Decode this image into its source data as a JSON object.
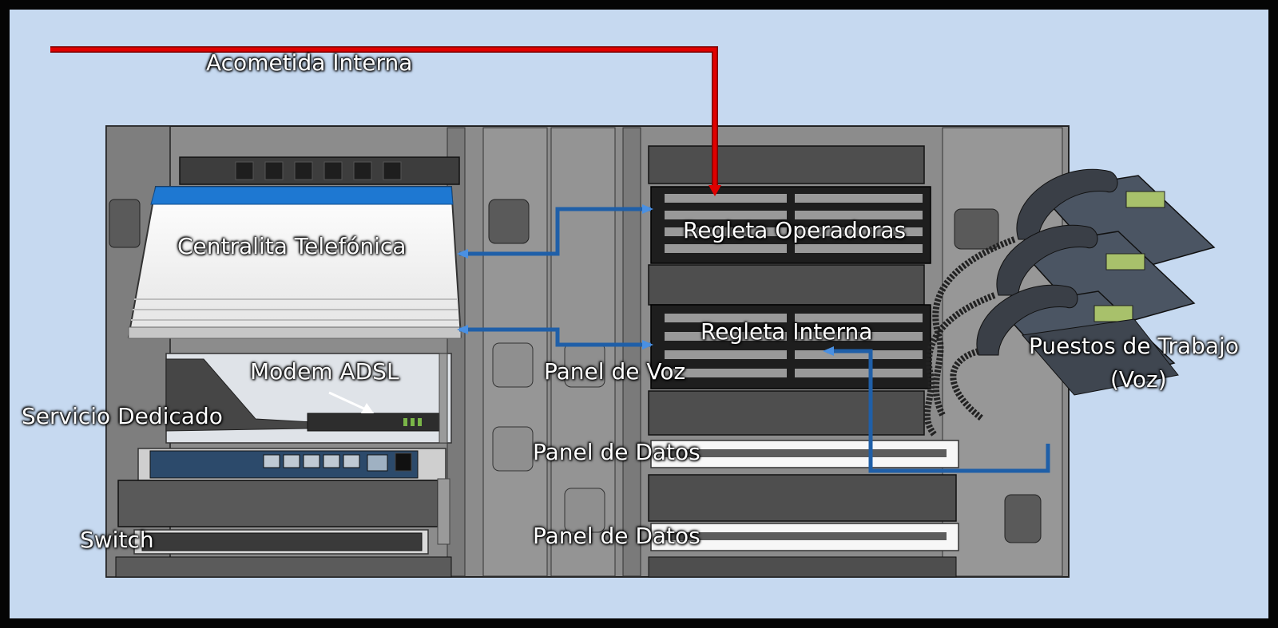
{
  "labels": {
    "acometida": "Acometida Interna",
    "centralita": "Centralita Telefónica",
    "regleta_operadoras": "Regleta Operadoras",
    "regleta_interna": "Regleta Interna",
    "panel_voz": "Panel de Voz",
    "modem": "Modem ADSL",
    "servicio": "Servicio Dedicado",
    "panel_datos_1": "Panel de Datos",
    "panel_datos_2": "Panel de Datos",
    "switch": "Switch",
    "puestos_line1": "Puestos de Trabajo",
    "puestos_line2": "(Voz)"
  },
  "colors": {
    "background": "#c6d9f0",
    "rack": "#8c8c8c",
    "incoming_line": "#e00000",
    "voice_cable": "#1f5fa8",
    "centralita_top": "#1e78d2"
  }
}
